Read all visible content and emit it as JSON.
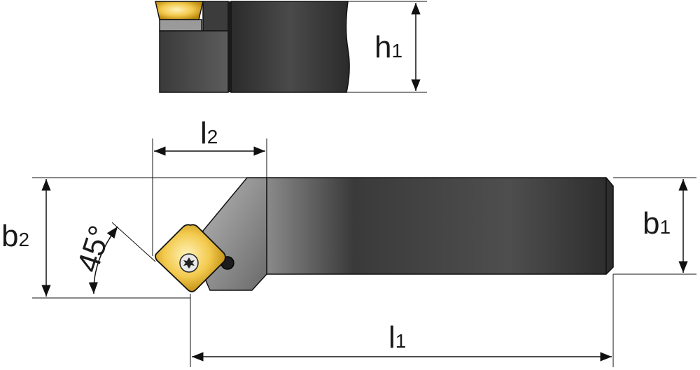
{
  "labels": {
    "h1": {
      "main": "h",
      "sub": "1"
    },
    "l2": {
      "main": "l",
      "sub": "2"
    },
    "b2": {
      "main": "b",
      "sub": "2"
    },
    "b1": {
      "main": "b",
      "sub": "1"
    },
    "l1": {
      "main": "l",
      "sub": "1"
    },
    "angle": "45°"
  },
  "colors": {
    "body_dark": "#2a2a2a",
    "body_light": "#5a5a5a",
    "insert_gold": "#e6b422",
    "insert_light": "#f7e08a",
    "line": "#111111"
  }
}
